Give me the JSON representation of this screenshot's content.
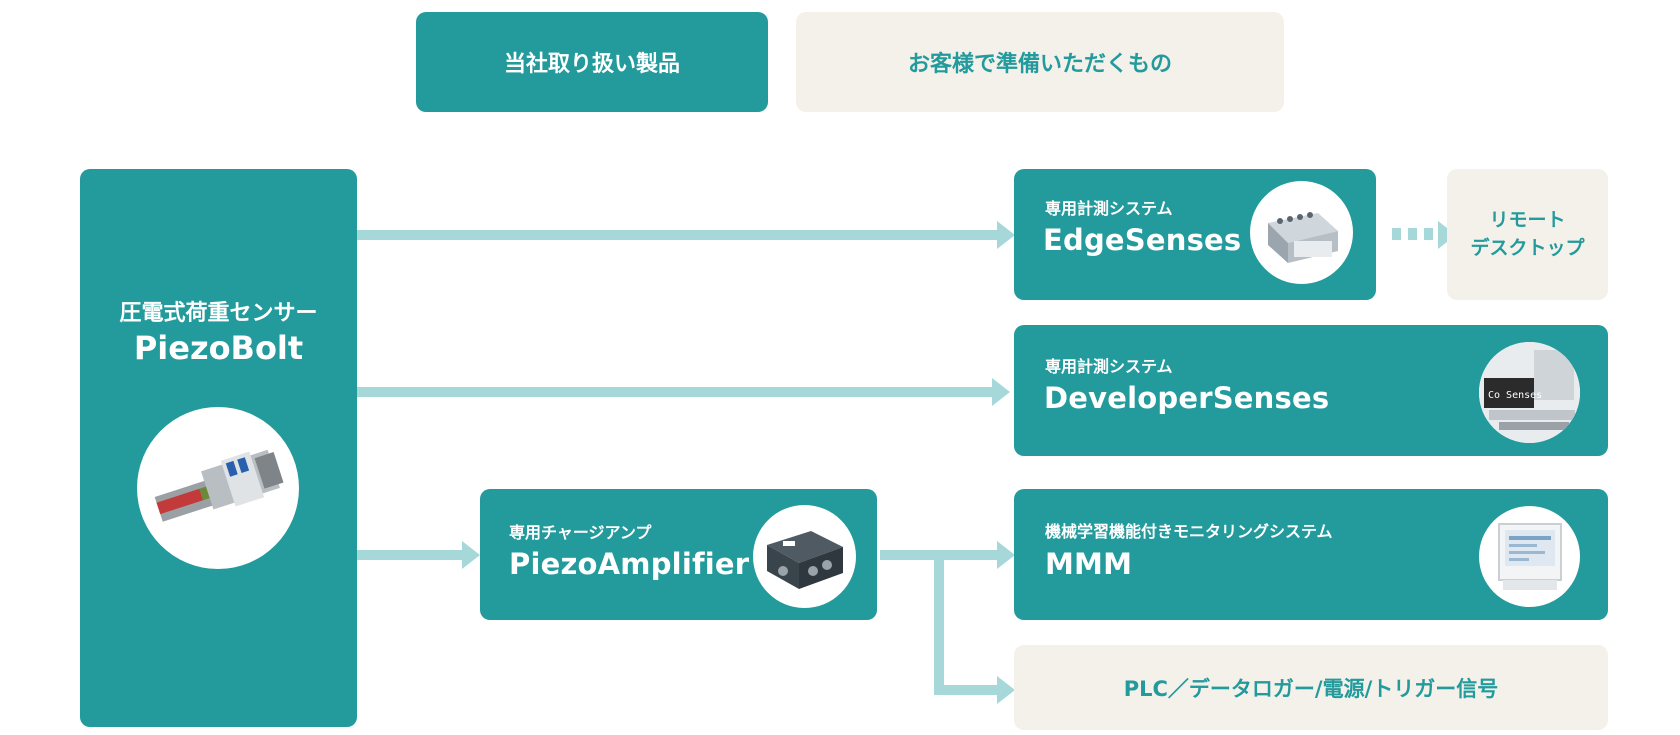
{
  "legend": {
    "own_products": "当社取り扱い製品",
    "customer_prepared": "お客様で準備いただくもの"
  },
  "piezobolt": {
    "label": "圧電式荷重センサー",
    "name": "PiezoBolt"
  },
  "edgesenses": {
    "label": "専用計測システム",
    "name": "EdgeSenses"
  },
  "remote_desktop": {
    "line1": "リモート",
    "line2": "デスクトップ"
  },
  "developersenses": {
    "label": "専用計測システム",
    "name": "DeveloperSenses"
  },
  "piezoamplifier": {
    "label": "専用チャージアンプ",
    "name": "PiezoAmplifier"
  },
  "mmm": {
    "label": "機械学習機能付きモニタリングシステム",
    "name": "MMM"
  },
  "plc": {
    "label": "PLC／データロガー/電源/トリガー信号"
  },
  "colors": {
    "teal": "#239a9c",
    "cream": "#f3f1ea",
    "arrow": "#a6d8d9"
  }
}
